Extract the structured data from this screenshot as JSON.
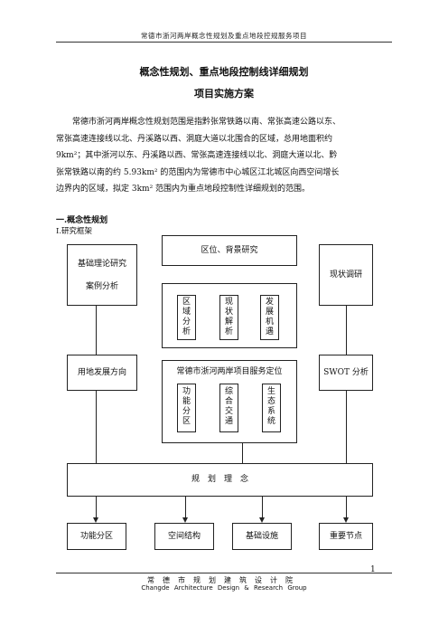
{
  "header": "常德市浙河两岸概念性规划及重点地段控规服务项目",
  "title": "概念性规划、重点地段控制线详细规划",
  "subtitle": "项目实施方案",
  "paragraph": [
    "常德市浙河两岸概念性规划范围是指黔张常铁路以南、常张高速公路以东、",
    "常张高速连接线以北、丹溪路以西、洞庭大道以北围合的区域，总用地面积约",
    "9km²；其中浙河以东、丹溪路以西、常张高速连接线以北、洞庭大道以北、黔",
    "张常铁路以南的约 5.93km² 的范围内为常德市中心城区江北城区向西空间增长",
    "边界内的区域，拟定 3km² 范围内为重点地段控制性详细规划的范围。"
  ],
  "section": "一.概念性规划",
  "subsection": "Ⅰ.研究框架",
  "diagram": {
    "left_top": [
      "基础理论研究",
      "案例分析"
    ],
    "left_mid": "用地发展方向",
    "center_top": "区位、背景研究",
    "center_top_items": [
      "区域分析",
      "现状解析",
      "发展机遇"
    ],
    "center_mid": "常德市浙河两岸项目服务定位",
    "center_mid_items": [
      "功能分区",
      "综合交通",
      "生态系统"
    ],
    "right_top": "现状调研",
    "right_mid": "SWOT 分析",
    "bottom_wide": "规　划　理　念",
    "outputs": [
      "功能分区",
      "空间结构",
      "基础设施",
      "重要节点"
    ]
  },
  "page_number": "1",
  "footer_cn": "常德市规划建筑设计院",
  "footer_en": "Changde Architecture Design & Research Group"
}
